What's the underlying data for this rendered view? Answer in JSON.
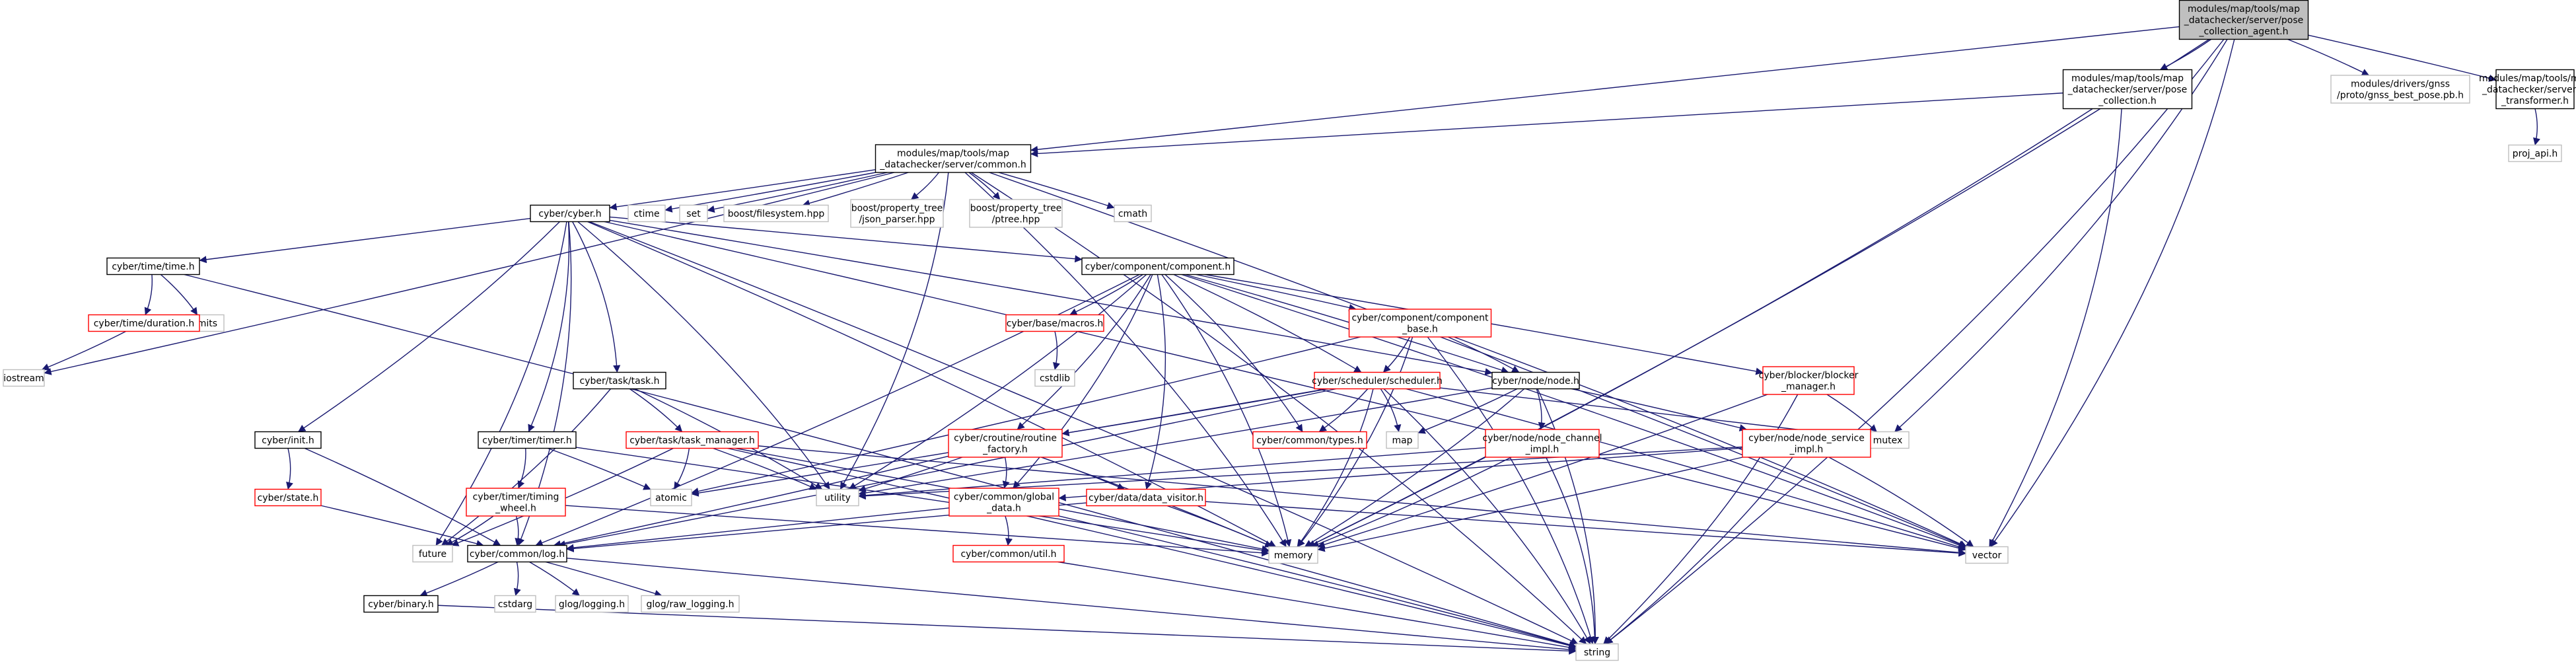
{
  "colors": {
    "edge": "#191970",
    "root_fill": "#bfbfbf",
    "root_stroke": "#000000",
    "doc_stroke": "#000000",
    "incomplete_stroke": "#ff0000",
    "system_stroke": "#bfbfbf",
    "background": "#ffffff"
  },
  "nodes": [
    {
      "id": "n_root",
      "lines": [
        "modules/map/tools/map",
        "_datachecker/server/pose",
        "_collection_agent.h"
      ],
      "kind": "root"
    },
    {
      "id": "n_posecoll",
      "lines": [
        "modules/map/tools/map",
        "_datachecker/server/pose",
        "_collection.h"
      ],
      "kind": "doc"
    },
    {
      "id": "n_gnss",
      "lines": [
        "modules/drivers/gnss",
        "/proto/gnss_best_pose.pb.h"
      ],
      "kind": "system"
    },
    {
      "id": "n_pj",
      "lines": [
        "modules/map/tools/map",
        "_datachecker/server/pj",
        "_transformer.h"
      ],
      "kind": "doc"
    },
    {
      "id": "n_projapi",
      "lines": [
        "proj_api.h"
      ],
      "kind": "system"
    },
    {
      "id": "n_common",
      "lines": [
        "modules/map/tools/map",
        "_datachecker/server/common.h"
      ],
      "kind": "doc"
    },
    {
      "id": "n_cyberh",
      "lines": [
        "cyber/cyber.h"
      ],
      "kind": "doc"
    },
    {
      "id": "n_ctime",
      "lines": [
        "ctime"
      ],
      "kind": "system"
    },
    {
      "id": "n_set",
      "lines": [
        "set"
      ],
      "kind": "system"
    },
    {
      "id": "n_boostfs",
      "lines": [
        "boost/filesystem.hpp"
      ],
      "kind": "system"
    },
    {
      "id": "n_boostjson",
      "lines": [
        "boost/property_tree",
        "/json_parser.hpp"
      ],
      "kind": "system"
    },
    {
      "id": "n_boostptree",
      "lines": [
        "boost/property_tree",
        "/ptree.hpp"
      ],
      "kind": "system"
    },
    {
      "id": "n_cmath",
      "lines": [
        "cmath"
      ],
      "kind": "system"
    },
    {
      "id": "n_timeh",
      "lines": [
        "cyber/time/time.h"
      ],
      "kind": "doc"
    },
    {
      "id": "n_limits",
      "lines": [
        "limits"
      ],
      "kind": "system"
    },
    {
      "id": "n_duration",
      "lines": [
        "cyber/time/duration.h"
      ],
      "kind": "incomplete"
    },
    {
      "id": "n_iostream",
      "lines": [
        "iostream"
      ],
      "kind": "system"
    },
    {
      "id": "n_component",
      "lines": [
        "cyber/component/component.h"
      ],
      "kind": "doc"
    },
    {
      "id": "n_macros",
      "lines": [
        "cyber/base/macros.h"
      ],
      "kind": "incomplete"
    },
    {
      "id": "n_cstdlib",
      "lines": [
        "cstdlib"
      ],
      "kind": "system"
    },
    {
      "id": "n_compbase",
      "lines": [
        "cyber/component/component",
        "_base.h"
      ],
      "kind": "incomplete"
    },
    {
      "id": "n_scheduler",
      "lines": [
        "cyber/scheduler/scheduler.h"
      ],
      "kind": "incomplete"
    },
    {
      "id": "n_nodeh",
      "lines": [
        "cyber/node/node.h"
      ],
      "kind": "doc"
    },
    {
      "id": "n_blocker",
      "lines": [
        "cyber/blocker/blocker",
        "_manager.h"
      ],
      "kind": "incomplete"
    },
    {
      "id": "n_mutex",
      "lines": [
        "mutex"
      ],
      "kind": "system"
    },
    {
      "id": "n_map",
      "lines": [
        "map"
      ],
      "kind": "system"
    },
    {
      "id": "n_taskh",
      "lines": [
        "cyber/task/task.h"
      ],
      "kind": "doc"
    },
    {
      "id": "n_taskmgr",
      "lines": [
        "cyber/task/task_manager.h"
      ],
      "kind": "incomplete"
    },
    {
      "id": "n_inith",
      "lines": [
        "cyber/init.h"
      ],
      "kind": "doc"
    },
    {
      "id": "n_state",
      "lines": [
        "cyber/state.h"
      ],
      "kind": "incomplete"
    },
    {
      "id": "n_timer",
      "lines": [
        "cyber/timer/timer.h"
      ],
      "kind": "doc"
    },
    {
      "id": "n_timing",
      "lines": [
        "cyber/timer/timing",
        "_wheel.h"
      ],
      "kind": "incomplete"
    },
    {
      "id": "n_routine",
      "lines": [
        "cyber/croutine/routine",
        "_factory.h"
      ],
      "kind": "incomplete"
    },
    {
      "id": "n_types",
      "lines": [
        "cyber/common/types.h"
      ],
      "kind": "incomplete"
    },
    {
      "id": "n_channel",
      "lines": [
        "cyber/node/node_channel",
        "_impl.h"
      ],
      "kind": "incomplete"
    },
    {
      "id": "n_service",
      "lines": [
        "cyber/node/node_service",
        "_impl.h"
      ],
      "kind": "incomplete"
    },
    {
      "id": "n_globaldata",
      "lines": [
        "cyber/common/global",
        "_data.h"
      ],
      "kind": "incomplete"
    },
    {
      "id": "n_visitor",
      "lines": [
        "cyber/data/data_visitor.h"
      ],
      "kind": "incomplete"
    },
    {
      "id": "n_atomic",
      "lines": [
        "atomic"
      ],
      "kind": "system"
    },
    {
      "id": "n_utility",
      "lines": [
        "utility"
      ],
      "kind": "system"
    },
    {
      "id": "n_future",
      "lines": [
        "future"
      ],
      "kind": "system"
    },
    {
      "id": "n_log",
      "lines": [
        "cyber/common/log.h"
      ],
      "kind": "doc"
    },
    {
      "id": "n_util",
      "lines": [
        "cyber/common/util.h"
      ],
      "kind": "incomplete"
    },
    {
      "id": "n_memory",
      "lines": [
        "memory"
      ],
      "kind": "system"
    },
    {
      "id": "n_vector",
      "lines": [
        "vector"
      ],
      "kind": "system"
    },
    {
      "id": "n_binary",
      "lines": [
        "cyber/binary.h"
      ],
      "kind": "doc"
    },
    {
      "id": "n_cstdarg",
      "lines": [
        "cstdarg"
      ],
      "kind": "system"
    },
    {
      "id": "n_glog",
      "lines": [
        "glog/logging.h"
      ],
      "kind": "system"
    },
    {
      "id": "n_glograw",
      "lines": [
        "glog/raw_logging.h"
      ],
      "kind": "system"
    },
    {
      "id": "n_string",
      "lines": [
        "string"
      ],
      "kind": "system"
    }
  ],
  "edges": [
    [
      "n_root",
      "n_posecoll"
    ],
    [
      "n_root",
      "n_gnss"
    ],
    [
      "n_root",
      "n_pj"
    ],
    [
      "n_root",
      "n_common"
    ],
    [
      "n_root",
      "n_memory"
    ],
    [
      "n_root",
      "n_vector"
    ],
    [
      "n_root",
      "n_mutex"
    ],
    [
      "n_root",
      "n_string"
    ],
    [
      "n_pj",
      "n_projapi"
    ],
    [
      "n_posecoll",
      "n_common"
    ],
    [
      "n_posecoll",
      "n_memory"
    ],
    [
      "n_posecoll",
      "n_vector"
    ],
    [
      "n_common",
      "n_cyberh"
    ],
    [
      "n_common",
      "n_ctime"
    ],
    [
      "n_common",
      "n_set"
    ],
    [
      "n_common",
      "n_boostfs"
    ],
    [
      "n_common",
      "n_boostjson"
    ],
    [
      "n_common",
      "n_boostptree"
    ],
    [
      "n_common",
      "n_cmath"
    ],
    [
      "n_common",
      "n_iostream"
    ],
    [
      "n_common",
      "n_memory"
    ],
    [
      "n_common",
      "n_string"
    ],
    [
      "n_common",
      "n_utility"
    ],
    [
      "n_common",
      "n_vector"
    ],
    [
      "n_cyberh",
      "n_timeh"
    ],
    [
      "n_cyberh",
      "n_component"
    ],
    [
      "n_cyberh",
      "n_taskh"
    ],
    [
      "n_cyberh",
      "n_inith"
    ],
    [
      "n_cyberh",
      "n_timer"
    ],
    [
      "n_cyberh",
      "n_nodeh"
    ],
    [
      "n_cyberh",
      "n_log"
    ],
    [
      "n_cyberh",
      "n_memory"
    ],
    [
      "n_cyberh",
      "n_string"
    ],
    [
      "n_cyberh",
      "n_utility"
    ],
    [
      "n_cyberh",
      "n_vector"
    ],
    [
      "n_cyberh",
      "n_future"
    ],
    [
      "n_timeh",
      "n_duration"
    ],
    [
      "n_timeh",
      "n_limits"
    ],
    [
      "n_timeh",
      "n_string"
    ],
    [
      "n_duration",
      "n_iostream"
    ],
    [
      "n_component",
      "n_macros"
    ],
    [
      "n_component",
      "n_compbase"
    ],
    [
      "n_component",
      "n_scheduler"
    ],
    [
      "n_component",
      "n_blocker"
    ],
    [
      "n_component",
      "n_routine"
    ],
    [
      "n_component",
      "n_types"
    ],
    [
      "n_component",
      "n_globaldata"
    ],
    [
      "n_component",
      "n_visitor"
    ],
    [
      "n_component",
      "n_log"
    ],
    [
      "n_component",
      "n_memory"
    ],
    [
      "n_component",
      "n_utility"
    ],
    [
      "n_component",
      "n_vector"
    ],
    [
      "n_component",
      "n_nodeh"
    ],
    [
      "n_macros",
      "n_cstdlib"
    ],
    [
      "n_compbase",
      "n_scheduler"
    ],
    [
      "n_compbase",
      "n_nodeh"
    ],
    [
      "n_compbase",
      "n_memory"
    ],
    [
      "n_compbase",
      "n_string"
    ],
    [
      "n_compbase",
      "n_vector"
    ],
    [
      "n_compbase",
      "n_atomic"
    ],
    [
      "n_scheduler",
      "n_routine"
    ],
    [
      "n_scheduler",
      "n_types"
    ],
    [
      "n_scheduler",
      "n_map"
    ],
    [
      "n_scheduler",
      "n_memory"
    ],
    [
      "n_scheduler",
      "n_mutex"
    ],
    [
      "n_scheduler",
      "n_string"
    ],
    [
      "n_scheduler",
      "n_vector"
    ],
    [
      "n_scheduler",
      "n_atomic"
    ],
    [
      "n_scheduler",
      "n_log"
    ],
    [
      "n_nodeh",
      "n_channel"
    ],
    [
      "n_nodeh",
      "n_service"
    ],
    [
      "n_nodeh",
      "n_map"
    ],
    [
      "n_nodeh",
      "n_memory"
    ],
    [
      "n_nodeh",
      "n_string"
    ],
    [
      "n_nodeh",
      "n_utility"
    ],
    [
      "n_blocker",
      "n_mutex"
    ],
    [
      "n_blocker",
      "n_memory"
    ],
    [
      "n_blocker",
      "n_string"
    ],
    [
      "n_taskh",
      "n_taskmgr"
    ],
    [
      "n_taskh",
      "n_future"
    ],
    [
      "n_taskh",
      "n_utility"
    ],
    [
      "n_taskmgr",
      "n_atomic"
    ],
    [
      "n_taskmgr",
      "n_future"
    ],
    [
      "n_taskmgr",
      "n_memory"
    ],
    [
      "n_taskmgr",
      "n_string"
    ],
    [
      "n_taskmgr",
      "n_utility"
    ],
    [
      "n_taskmgr",
      "n_vector"
    ],
    [
      "n_inith",
      "n_state"
    ],
    [
      "n_inith",
      "n_log"
    ],
    [
      "n_state",
      "n_log"
    ],
    [
      "n_timer",
      "n_timing"
    ],
    [
      "n_timer",
      "n_atomic"
    ],
    [
      "n_timer",
      "n_memory"
    ],
    [
      "n_timing",
      "n_future"
    ],
    [
      "n_timing",
      "n_log"
    ],
    [
      "n_timing",
      "n_memory"
    ],
    [
      "n_routine",
      "n_globaldata"
    ],
    [
      "n_routine",
      "n_visitor"
    ],
    [
      "n_routine",
      "n_log"
    ],
    [
      "n_routine",
      "n_memory"
    ],
    [
      "n_routine",
      "n_utility"
    ],
    [
      "n_channel",
      "n_utility"
    ],
    [
      "n_channel",
      "n_memory"
    ],
    [
      "n_channel",
      "n_string"
    ],
    [
      "n_service",
      "n_globaldata"
    ],
    [
      "n_service",
      "n_memory"
    ],
    [
      "n_service",
      "n_string"
    ],
    [
      "n_service",
      "n_utility"
    ],
    [
      "n_service",
      "n_vector"
    ],
    [
      "n_globaldata",
      "n_log"
    ],
    [
      "n_globaldata",
      "n_util"
    ],
    [
      "n_globaldata",
      "n_string"
    ],
    [
      "n_visitor",
      "n_log"
    ],
    [
      "n_visitor",
      "n_memory"
    ],
    [
      "n_visitor",
      "n_vector"
    ],
    [
      "n_log",
      "n_binary"
    ],
    [
      "n_log",
      "n_cstdarg"
    ],
    [
      "n_log",
      "n_glog"
    ],
    [
      "n_log",
      "n_glograw"
    ],
    [
      "n_log",
      "n_string"
    ],
    [
      "n_util",
      "n_string"
    ],
    [
      "n_binary",
      "n_string"
    ]
  ]
}
